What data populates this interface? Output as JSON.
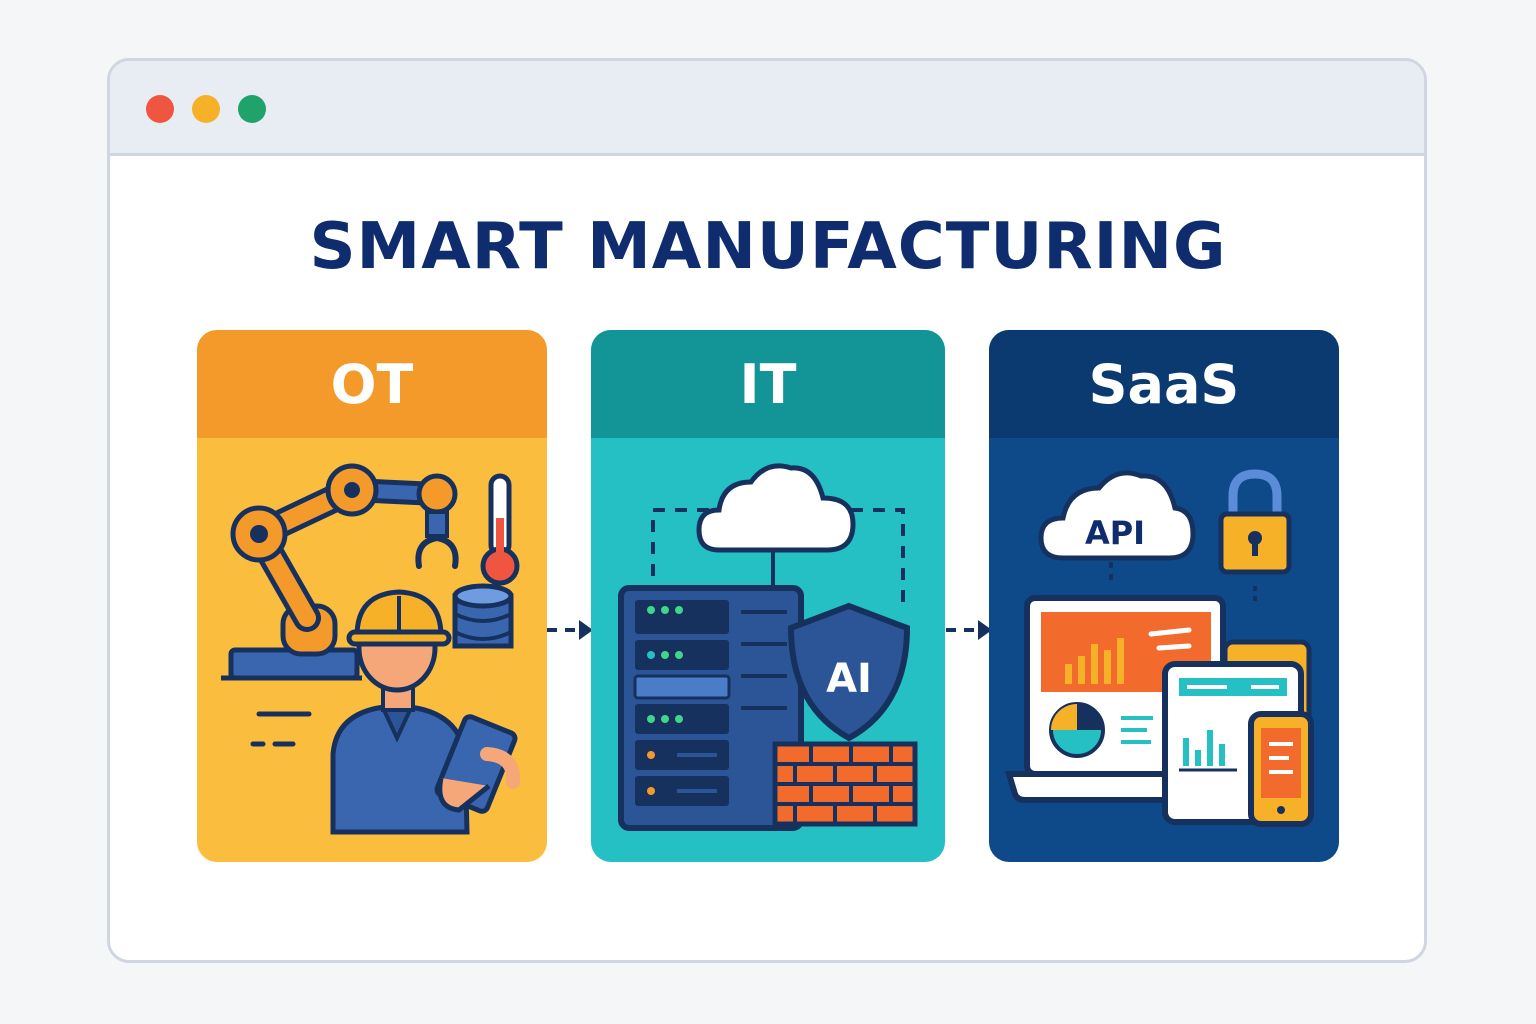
{
  "window": {
    "controls": [
      "close",
      "minimize",
      "maximize"
    ],
    "colors": {
      "close": "#f0553f",
      "minimize": "#f6b128",
      "maximize": "#1fa36b"
    }
  },
  "title": "SMART MANUFACTURING",
  "panels": [
    {
      "label": "OT",
      "color": "#f49a2b",
      "icons": [
        "robotic-arm-icon",
        "thermometer-icon",
        "database-icon",
        "worker-with-tablet-icon"
      ]
    },
    {
      "label": "IT",
      "color": "#139598",
      "icons": [
        "cloud-icon",
        "server-rack-icon",
        "shield-icon",
        "firewall-icon"
      ],
      "shield_text": "AI"
    },
    {
      "label": "SaaS",
      "color": "#0b3a70",
      "icons": [
        "cloud-icon",
        "padlock-icon",
        "laptop-dashboard-icon",
        "tablet-icon",
        "phone-icon"
      ],
      "cloud_text": "API"
    }
  ]
}
